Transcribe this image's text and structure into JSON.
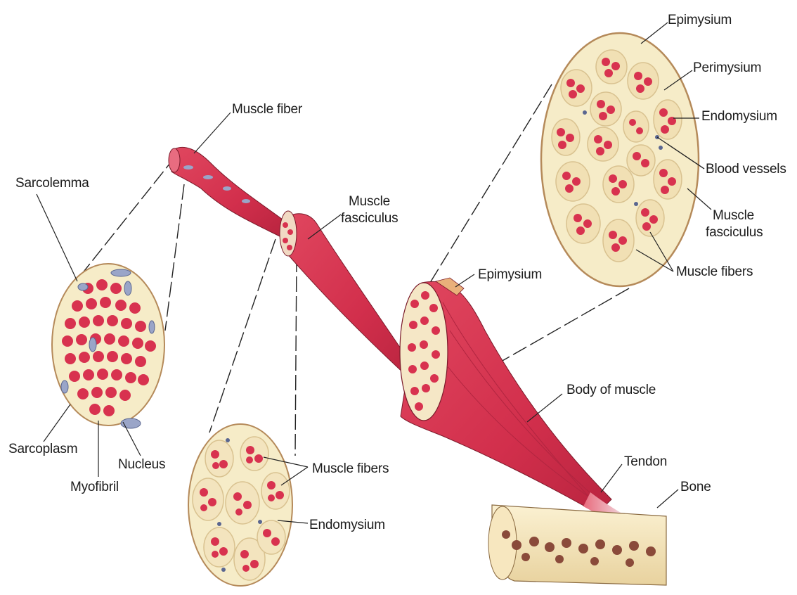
{
  "labels": {
    "muscle_fiber": "Muscle fiber",
    "sarcolemma": "Sarcolemma",
    "sarcoplasm": "Sarcoplasm",
    "nucleus": "Nucleus",
    "myofibril": "Myofibril",
    "muscle_fasciculus_mid_1": "Muscle",
    "muscle_fasciculus_mid_2": "fasciculus",
    "muscle_fibers_lower": "Muscle fibers",
    "endomysium_lower": "Endomysium",
    "epimysium_mid": "Epimysium",
    "body_of_muscle": "Body of muscle",
    "tendon": "Tendon",
    "bone": "Bone",
    "epimysium_top": "Epimysium",
    "perimysium": "Perimysium",
    "endomysium_top": "Endomysium",
    "blood_vessels": "Blood vessels",
    "muscle_fasciculus_right_1": "Muscle",
    "muscle_fasciculus_right_2": "fasciculus",
    "muscle_fibers_right": "Muscle fibers"
  },
  "colors": {
    "muscle_red": "#d8324f",
    "muscle_light": "#ef8a96",
    "connective_tissue": "#f6ecc8",
    "nucleus_blue": "#9aa5c8",
    "bone_outer": "#f3e2b8",
    "bone_spongy": "#8a4a3a"
  }
}
